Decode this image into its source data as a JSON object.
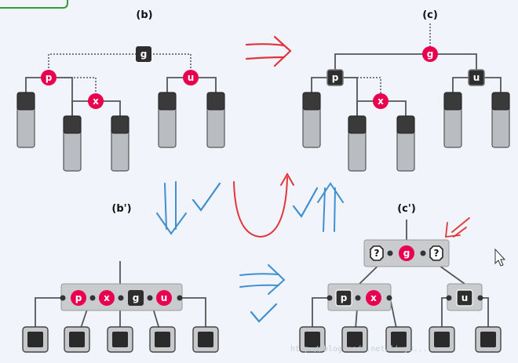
{
  "labels": {
    "b": "(b)",
    "c": "(c)",
    "b_prime": "(b')",
    "c_prime": "(c')"
  },
  "nodes": {
    "g": "g",
    "p": "p",
    "u": "u",
    "x": "x",
    "unknown": "?"
  },
  "watermark": "http://blog.csdn.net/liuyu...",
  "colors": {
    "red_node": "#e8004f",
    "black_node": "#2e2e2e",
    "subtree_fill": "#b9bcc1",
    "subtree_top": "#3a3a3a",
    "bar_fill": "#c9cbcf",
    "arrow_red": "#e0363a",
    "arrow_blue": "#3f8fd1",
    "background": "#f1f5fb"
  },
  "icons": [
    "mouse-cursor-icon",
    "red-arrow-icon",
    "blue-arrow-icon",
    "check-mark-icon"
  ]
}
